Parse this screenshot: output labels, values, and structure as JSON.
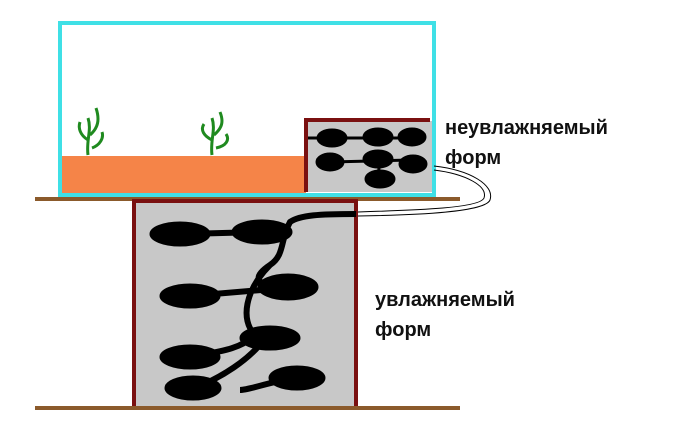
{
  "labels": {
    "dry_line1": "неувлажняемый",
    "dry_line2": "форм",
    "wet_line1": "увлажняемый",
    "wet_line2": "форм"
  },
  "colors": {
    "arena_border": "#3fe0e6",
    "substrate": "#f58448",
    "plants": "#1f8a1f",
    "nest_fill": "#c8c8c8",
    "nest_border": "#7a1010",
    "shelf": "#8b5a2b",
    "chambers": "#000000"
  }
}
